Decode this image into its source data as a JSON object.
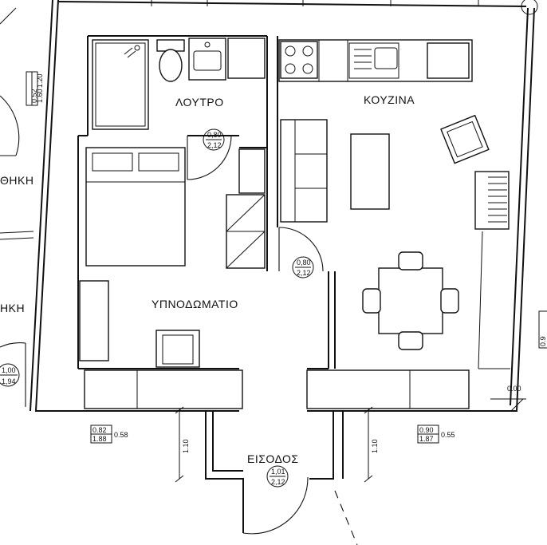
{
  "rooms": {
    "bathroom": "ΛΟΥΤΡΟ",
    "kitchen": "ΚΟΥΖΙΝΑ",
    "bedroom": "ΥΠΝΟΔΩΜΑΤΙΟ",
    "entrance": "ΕΙΣΟΔΟΣ",
    "neighbor_top": "ΘΗΚΗ",
    "neighbor_bottom": "ΗΚΗ"
  },
  "door_tags": {
    "bathroom": {
      "top": "0,80",
      "bottom": "2,12"
    },
    "kitchen": {
      "top": "0,80",
      "bottom": "2,12"
    },
    "neighbor": {
      "top": "1,00",
      "bottom": "1,94"
    },
    "entrance": {
      "top": "1,01",
      "bottom": "2,12"
    }
  },
  "window_tags": {
    "left_wall": {
      "top": "0.52",
      "bottom": "1.60",
      "side": "1.20"
    },
    "bedroom_window": {
      "top": "0.82",
      "bottom": "1.88",
      "side": "0.58"
    },
    "kitchen_window": {
      "top": "0.90",
      "bottom": "1.87",
      "side": "0.55"
    },
    "right_edge": "0.9"
  },
  "dimensions": {
    "corridor_left": "1.10",
    "corridor_right": "1.10",
    "level": "0.00"
  }
}
